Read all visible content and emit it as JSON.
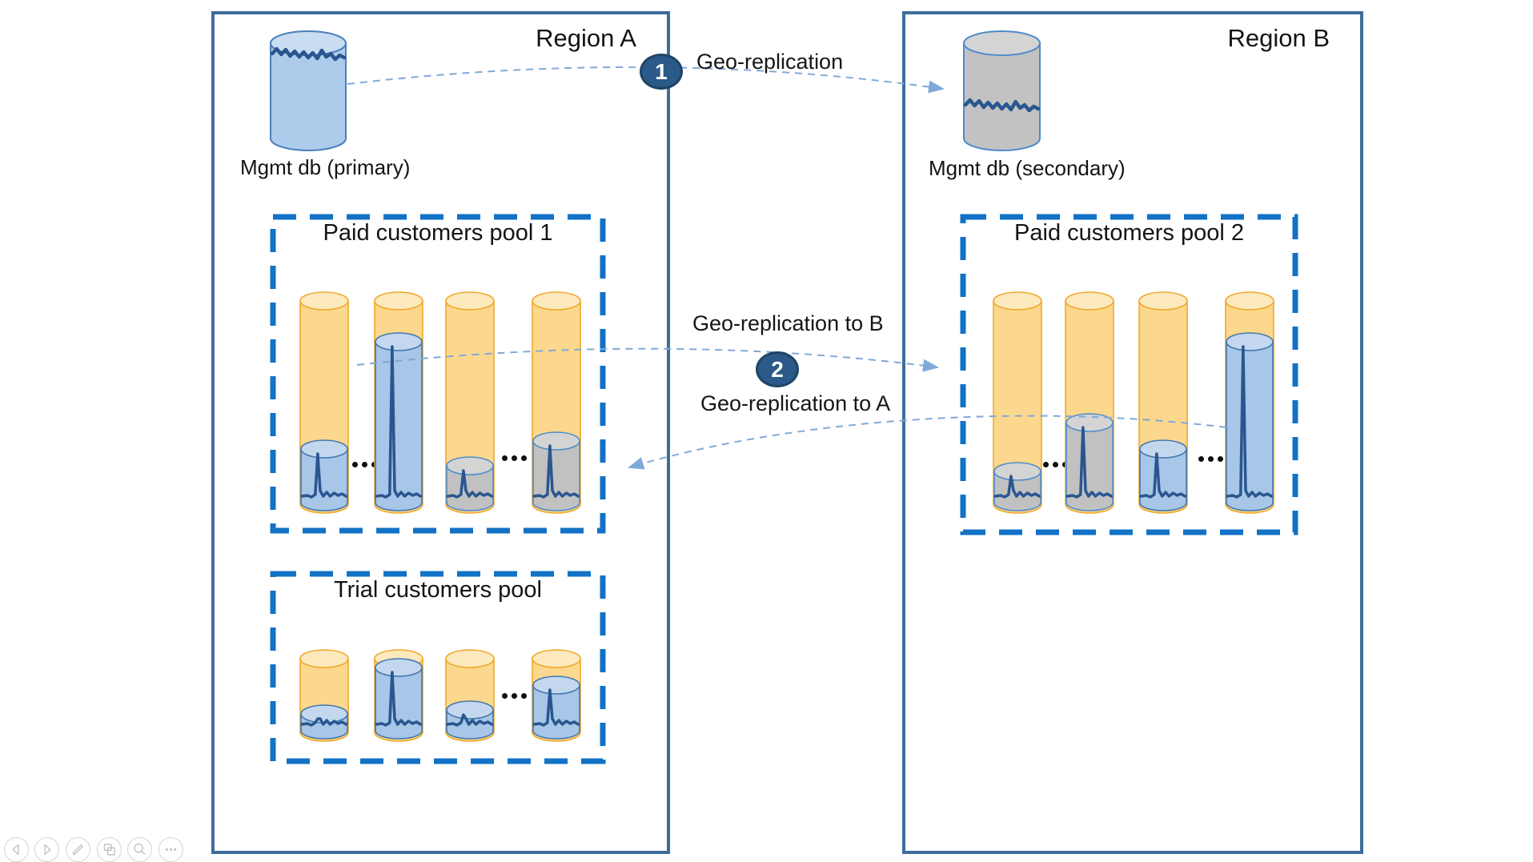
{
  "slide": {
    "regions": [
      {
        "title": "Region A",
        "mgmt_db": {
          "label": "Mgmt db (primary)",
          "role": "primary",
          "style": "dbblue"
        },
        "pools": [
          {
            "title": "Paid customers pool 1",
            "items": [
              {
                "type": "db",
                "fill_pct": 27,
                "style": "blue"
              },
              {
                "type": "dots"
              },
              {
                "type": "db",
                "fill_pct": 80,
                "style": "blue"
              },
              {
                "type": "db",
                "fill_pct": 19,
                "style": "gray"
              },
              {
                "type": "dots"
              },
              {
                "type": "db",
                "fill_pct": 31,
                "style": "gray"
              }
            ]
          },
          {
            "title": "Trial customers pool",
            "items": [
              {
                "type": "db",
                "fill_pct": 25,
                "style": "blue"
              },
              {
                "type": "db",
                "fill_pct": 88,
                "style": "blue"
              },
              {
                "type": "db",
                "fill_pct": 30,
                "style": "blue"
              },
              {
                "type": "dots"
              },
              {
                "type": "db",
                "fill_pct": 64,
                "style": "blue"
              }
            ]
          }
        ]
      },
      {
        "title": "Region B",
        "mgmt_db": {
          "label": "Mgmt db (secondary)",
          "role": "secondary",
          "style": "dbgray"
        },
        "pools": [
          {
            "title": "Paid customers pool 2",
            "items": [
              {
                "type": "db",
                "fill_pct": 16,
                "style": "gray"
              },
              {
                "type": "dots"
              },
              {
                "type": "db",
                "fill_pct": 40,
                "style": "gray"
              },
              {
                "type": "db",
                "fill_pct": 27,
                "style": "blue"
              },
              {
                "type": "dots"
              },
              {
                "type": "db",
                "fill_pct": 80,
                "style": "blue"
              }
            ]
          }
        ]
      }
    ],
    "annotations": [
      {
        "number": "1",
        "labels": [
          "Geo-replication"
        ]
      },
      {
        "number": "2",
        "labels": [
          "Geo-replication to B",
          "Geo-replication to A"
        ]
      }
    ],
    "colors": {
      "region_border": "#3E6D9C",
      "pool_border": "#1272C6",
      "yellow_body": "#FBD88D",
      "yellow_top": "#FDE9BE",
      "yellow_line": "#EFA82A",
      "blue_body": "#A7C6E8",
      "blue_top": "#C3D8EF",
      "blue_line": "#4277AF",
      "gray_body": "#C1C1C2",
      "gray_top": "#D4D4D5",
      "gray_line": "#4E8BC9",
      "dbblue_body": "#ADCBEA",
      "dbblue_top": "#C9DDF2",
      "dbblue_line": "#4A7EBB",
      "dbgray_body": "#C2C2C3",
      "dbgray_top": "#D4D4D5",
      "dbgray_line": "#4E8BC9",
      "spark_line": "#2A568F",
      "arrow": "#7FA9D8",
      "badge_fill": "#2B5A88",
      "badge_border": "#1E4466"
    }
  },
  "toolbar": {
    "icons": [
      {
        "name": "previous-slide"
      },
      {
        "name": "next-slide"
      },
      {
        "name": "pen"
      },
      {
        "name": "see-all-slides"
      },
      {
        "name": "zoom"
      },
      {
        "name": "more-options"
      }
    ]
  }
}
